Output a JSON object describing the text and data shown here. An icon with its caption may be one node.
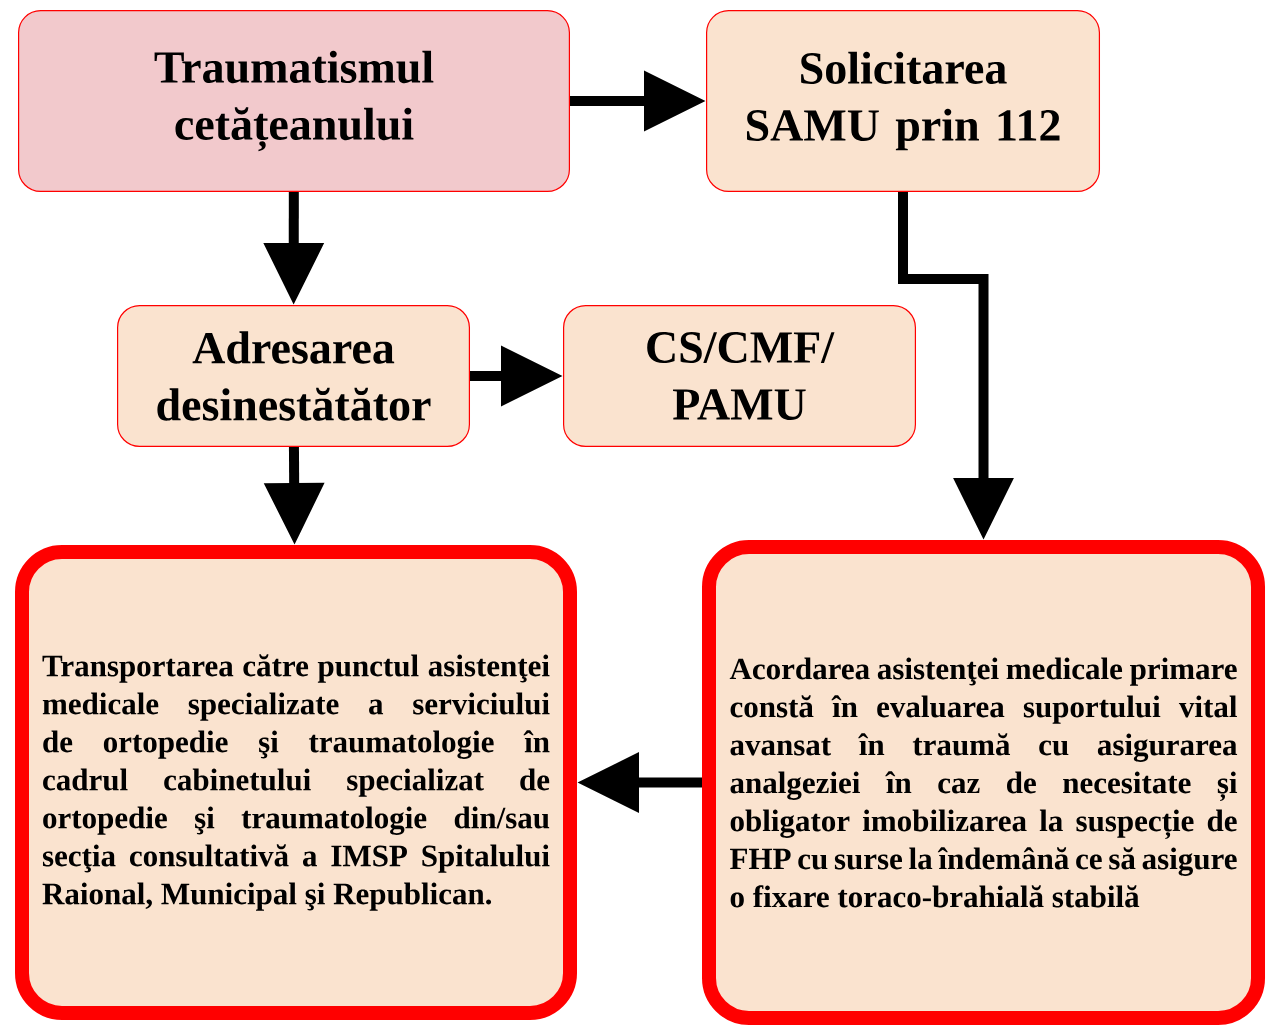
{
  "diagram": {
    "nodes": [
      {
        "text": [
          "Traumatismul cetățeanului"
        ]
      },
      {
        "text": [
          "Solicitarea SAMU prin 112"
        ]
      },
      {
        "text": [
          "Adresarea desinestătător"
        ]
      },
      {
        "text": [
          "CS/CMF/ PAMU"
        ]
      },
      {
        "text": [
          "Transportarea către punctul asistenţei medicale specializate a serviciului de ortopedie şi traumatologie în cadrul cabinetului specializat de ortopedie şi traumatologie din/sau secţia consultativă a IMSP Spitalului Raional, Municipal şi Republican."
        ]
      },
      {
        "text": [
          "Acordarea asistenţei medicale primare constă în evaluarea suportului vital avansat în traumă cu asigurarea analgeziei în caz de necesitate și obligator imobilizarea la suspecție de FHP cu surse la îndemână ce să asigure o fixare toraco-brahială stabilă"
        ]
      }
    ],
    "edges": [
      {
        "from": 0,
        "to": 1,
        "arrow": "to"
      },
      {
        "from": 0,
        "to": 2,
        "arrow": "to"
      },
      {
        "from": 1,
        "to": 5,
        "arrow": "to"
      },
      {
        "from": 2,
        "to": 3,
        "arrow": "to"
      },
      {
        "from": 2,
        "to": 4,
        "arrow": "to"
      },
      {
        "from": 5,
        "to": 4,
        "arrow": "to"
      }
    ]
  }
}
